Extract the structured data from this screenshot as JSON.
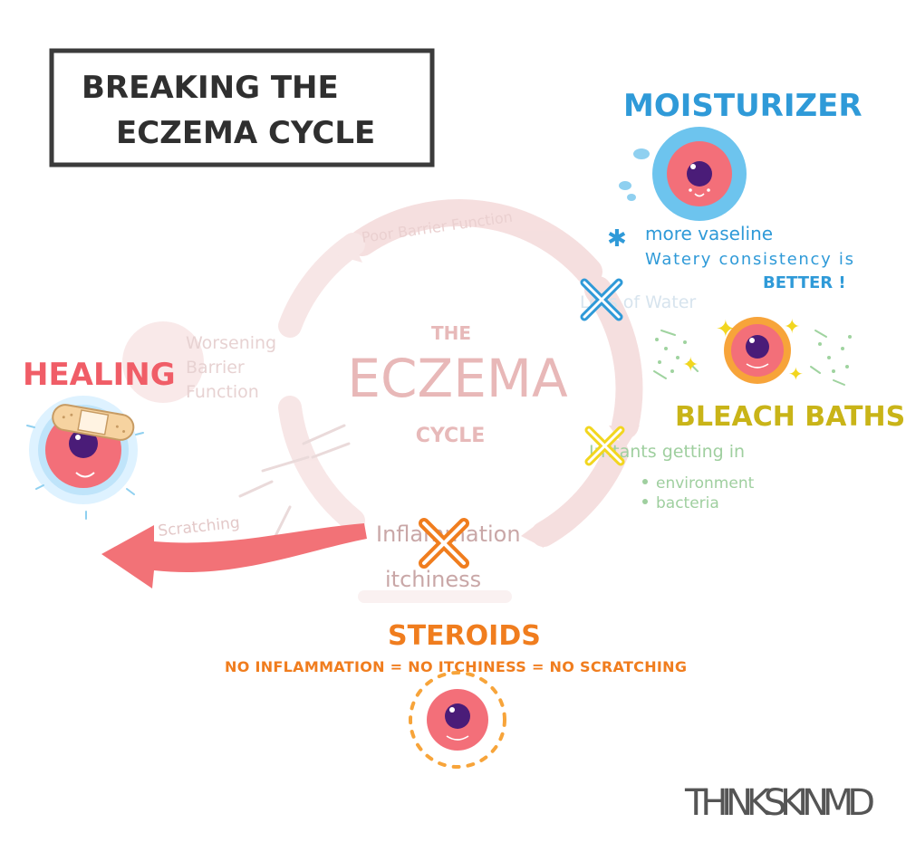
{
  "title": {
    "line1": "BREAKING THE",
    "line2": "ECZEMA CYCLE"
  },
  "cycle": {
    "center": {
      "the": "THE",
      "main": "ECZEMA",
      "sub": "CYCLE"
    },
    "steps": {
      "poor_barrier": "Poor Barrier Function",
      "loss_water": "Loss of Water",
      "irritants": "Irritants getting in",
      "environment": "environment",
      "bacteria": "bacteria",
      "inflammation": "Inflammation",
      "itchiness": "itchiness",
      "scratching": "Scratching",
      "worsening_1": "Worsening",
      "worsening_2": "Barrier",
      "worsening_3": "Function"
    }
  },
  "moisturizer": {
    "title": "MOISTURIZER",
    "note_1": "more vaseline",
    "note_2": "Watery consistency is",
    "note_3": "BETTER !"
  },
  "bleach": {
    "title": "BLEACH BATHS"
  },
  "steroids": {
    "title": "STEROIDS",
    "subtitle": "NO INFLAMMATION = NO ITCHINESS = NO SCRATCHING"
  },
  "healing": {
    "title": "HEALING"
  },
  "brand": "THINKSKINMD",
  "colors": {
    "moisturizer": "#2f9ad8",
    "bleach": "#c9b418",
    "steroids": "#f07d1e",
    "healing": "#f05d67",
    "cell_pink": "#f36f79",
    "cell_nucleus": "#4a1c78",
    "faded_text": "#e3bcbc",
    "faded_arrow": "#f3d8d8"
  }
}
